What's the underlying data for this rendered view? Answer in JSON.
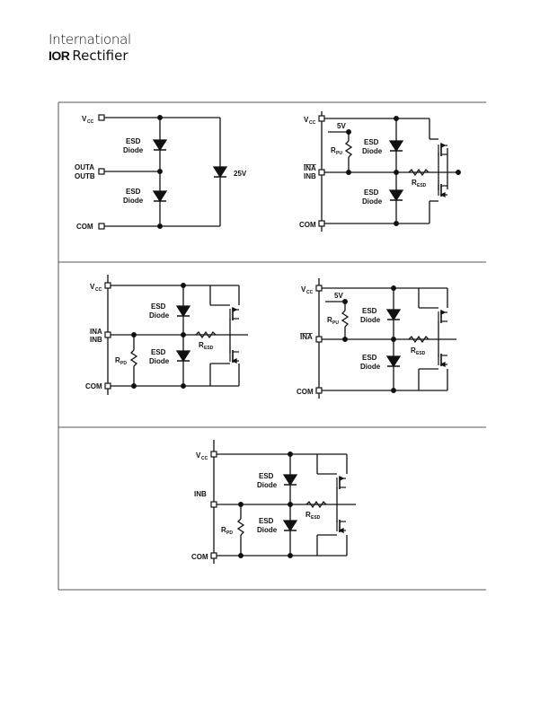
{
  "header": {
    "logo_line1": "International",
    "logo_mark": "IOR",
    "logo_line2": "Rectifier"
  },
  "labels": {
    "vcc": "V",
    "vcc_sub": "CC",
    "com": "COM",
    "esd": "ESD",
    "diode": "Diode",
    "outa": "OUTA",
    "outb": "OUTB",
    "v25": "25V",
    "v5": "5V",
    "r": "R",
    "pu": "PU",
    "pd": "PD",
    "esd_sub": "ESD",
    "ina": "INA",
    "inb": "INB"
  }
}
